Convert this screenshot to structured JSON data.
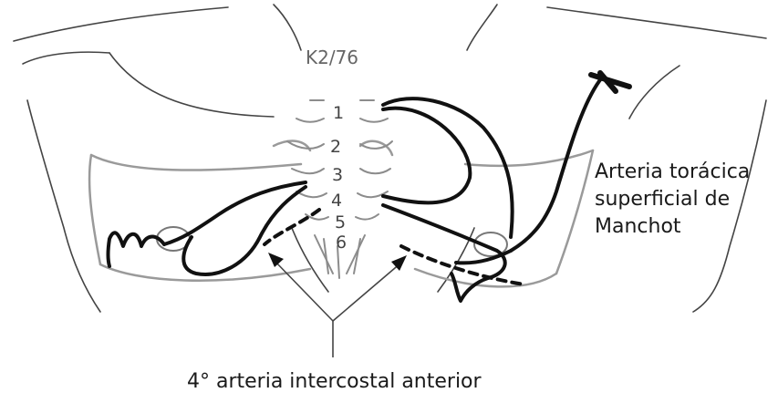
{
  "figure": {
    "handwritten_code": "K2/76",
    "rib_numbers": [
      "1",
      "2",
      "3",
      "4",
      "5",
      "6"
    ],
    "label_manchot": [
      "Arteria torácica",
      "superficial de",
      "Manchot"
    ],
    "label_intercostal": "4° arteria intercostal anterior"
  }
}
